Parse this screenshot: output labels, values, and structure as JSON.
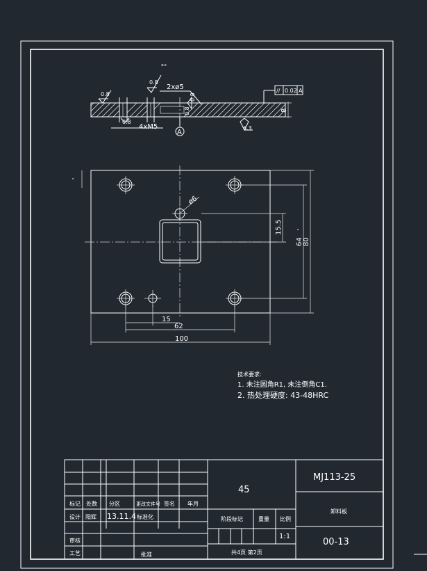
{
  "drawing": {
    "section_view": {
      "section_mark": "⊷",
      "roughness_left": "0.8",
      "roughness_top": "0.8",
      "roughness_mid": "0.8",
      "roughness_bottom_left": "0.8",
      "roughness_bottom_right": "6.3",
      "callout_2x5": "2xø5",
      "callout_4xM5": "4xM5",
      "thickness": "8",
      "tolerance_symbol": "//",
      "tolerance_value": "0.02",
      "datum_ref": "A",
      "datum_label": "A"
    },
    "plan_view": {
      "dim_hole": "ø6",
      "dim_15_5": "15.5",
      "dim_64": "64",
      "dim_80": "80",
      "dim_15": "15",
      "dim_62": "62",
      "dim_100": "100"
    },
    "notes": {
      "heading": "技术要求:",
      "line1": "1. 未注圆角R1, 未注倒角C1.",
      "line2": "2. 热处理硬度: 43-48HRC"
    }
  },
  "title_block": {
    "material": "45",
    "drawing_code": "MJ113-25",
    "part_name": "卸料板",
    "drawing_number": "00-13",
    "scale": "1:1",
    "sheets": "共4页  第2页",
    "stage_mark": "阶段标记",
    "weight": "重量",
    "ratio": "比例",
    "hdr_mark": "标记",
    "hdr_count": "处数",
    "hdr_zone": "分区",
    "hdr_doc": "更改文件号",
    "hdr_sign": "签名",
    "hdr_date": "年月",
    "design": "设计",
    "designer": "阳辉",
    "date": "13.11.4",
    "standardize": "标准化",
    "review": "审核",
    "process": "工艺",
    "approve": "批准"
  }
}
